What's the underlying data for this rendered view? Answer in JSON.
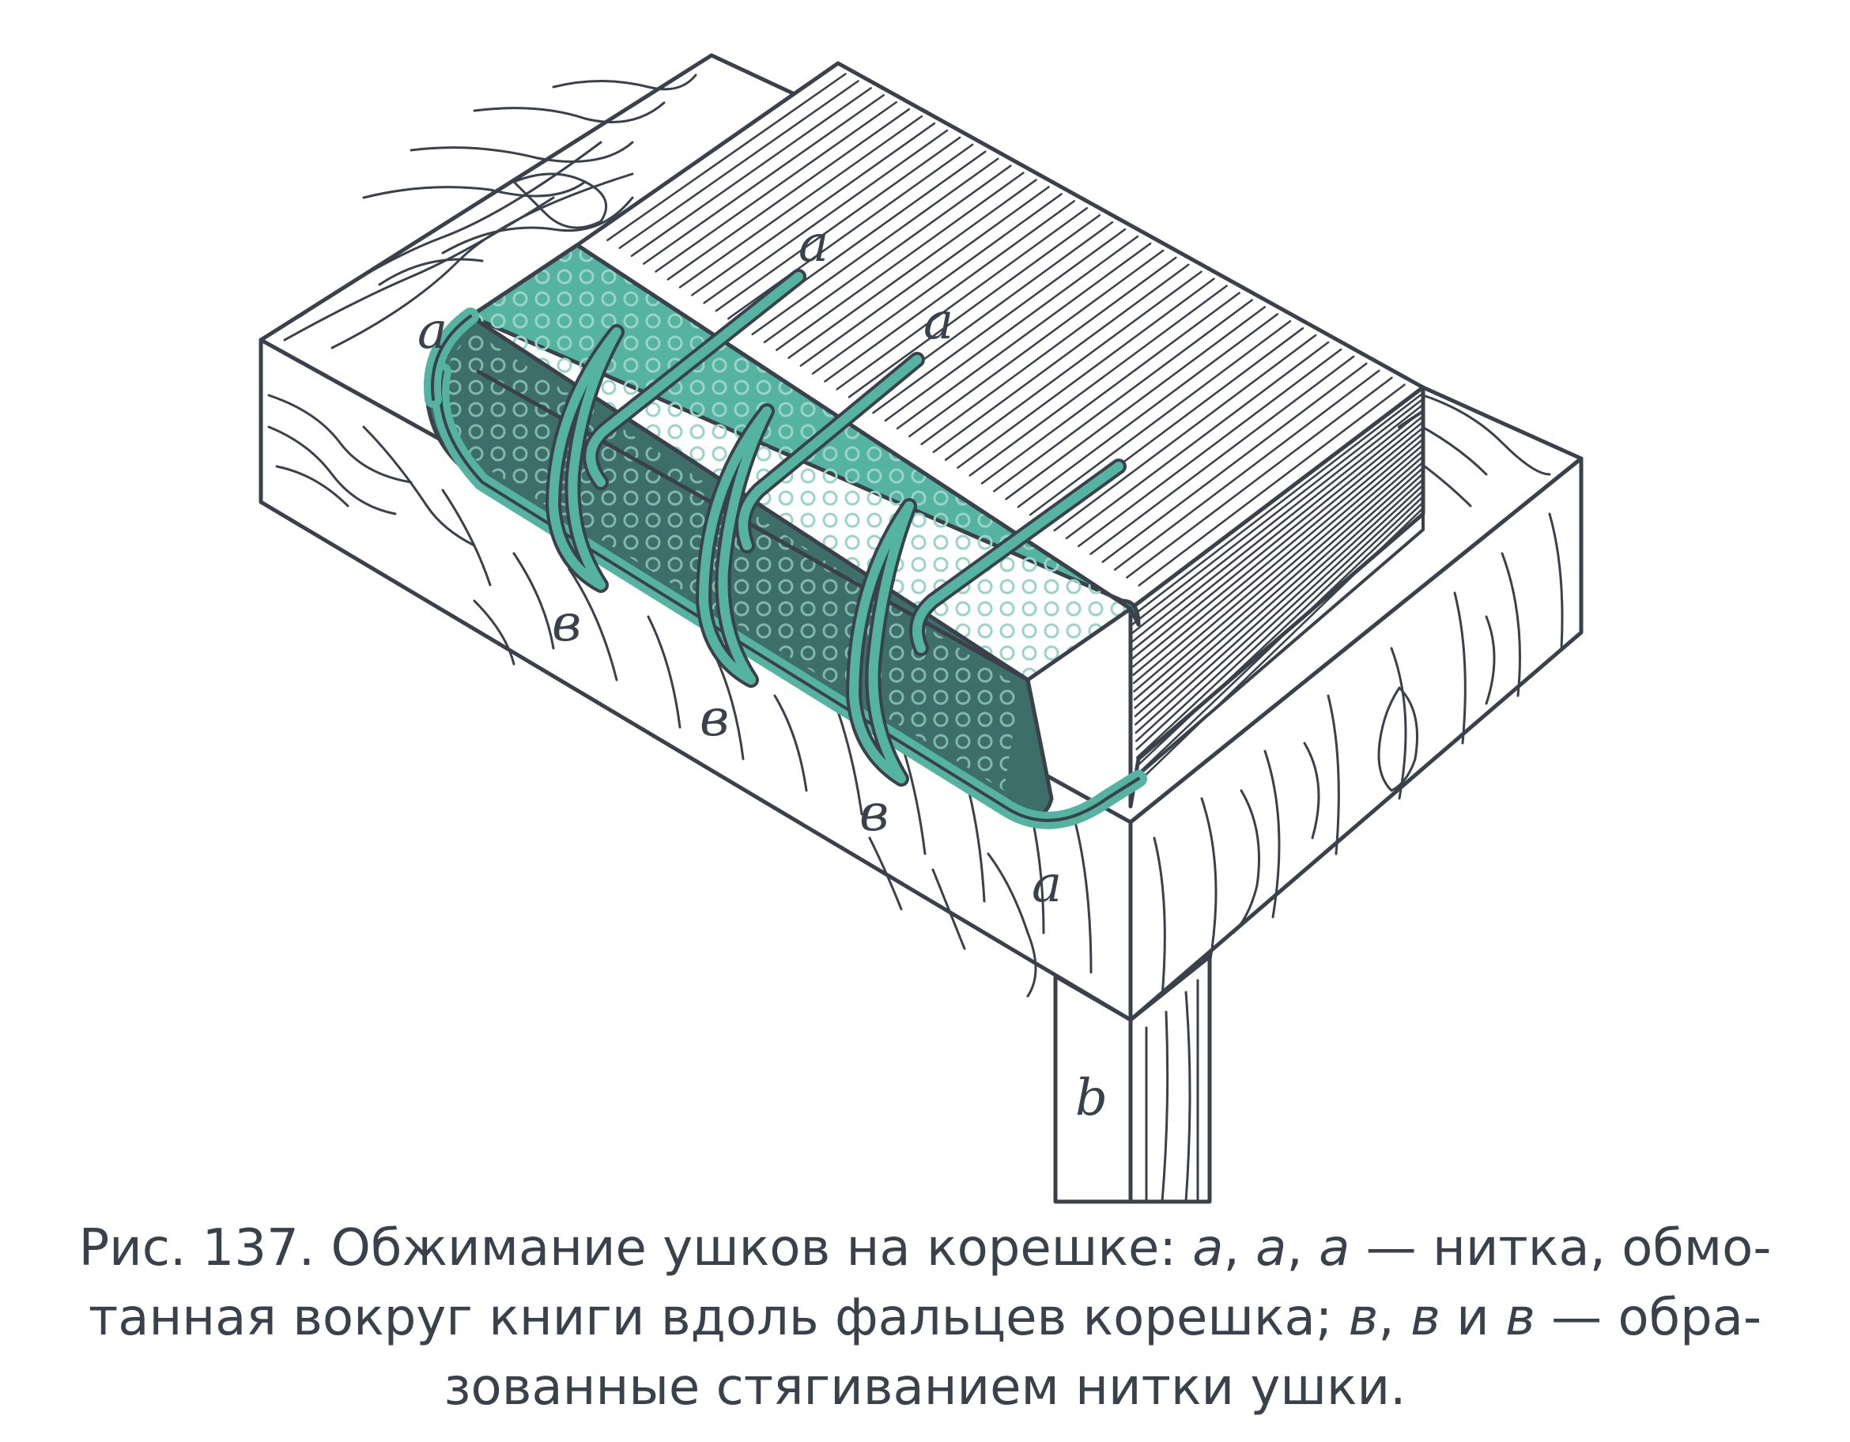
{
  "figure": {
    "labels": {
      "a_top": "a",
      "a_upper_right": "a",
      "a_left": "a",
      "a_bottom": "a",
      "v_1": "в",
      "v_2": "в",
      "v_3": "в",
      "b": "b"
    },
    "colors": {
      "outline": "#3a414a",
      "teal": "#55b3a1",
      "teal_dark": "#3d6e69",
      "dots": "#9ad3c7",
      "paper": "#ffffff"
    }
  },
  "caption": {
    "l1_start": "Рис. 137. Обжимание ушков на корешке: ",
    "l1_a1": "а",
    "l1_sep1": ", ",
    "l1_a2": "а",
    "l1_sep2": ", ",
    "l1_a3": "а",
    "l1_end": " — нитка, обмо-",
    "l2_start": "танная вокруг книги вдоль фальцев корешка; ",
    "l2_v1": "в",
    "l2_sep1": ", ",
    "l2_v2": "в",
    "l2_and": " и ",
    "l2_v3": "в",
    "l2_end": " — обра-",
    "l3": "зованные стягиванием нитки ушки."
  }
}
